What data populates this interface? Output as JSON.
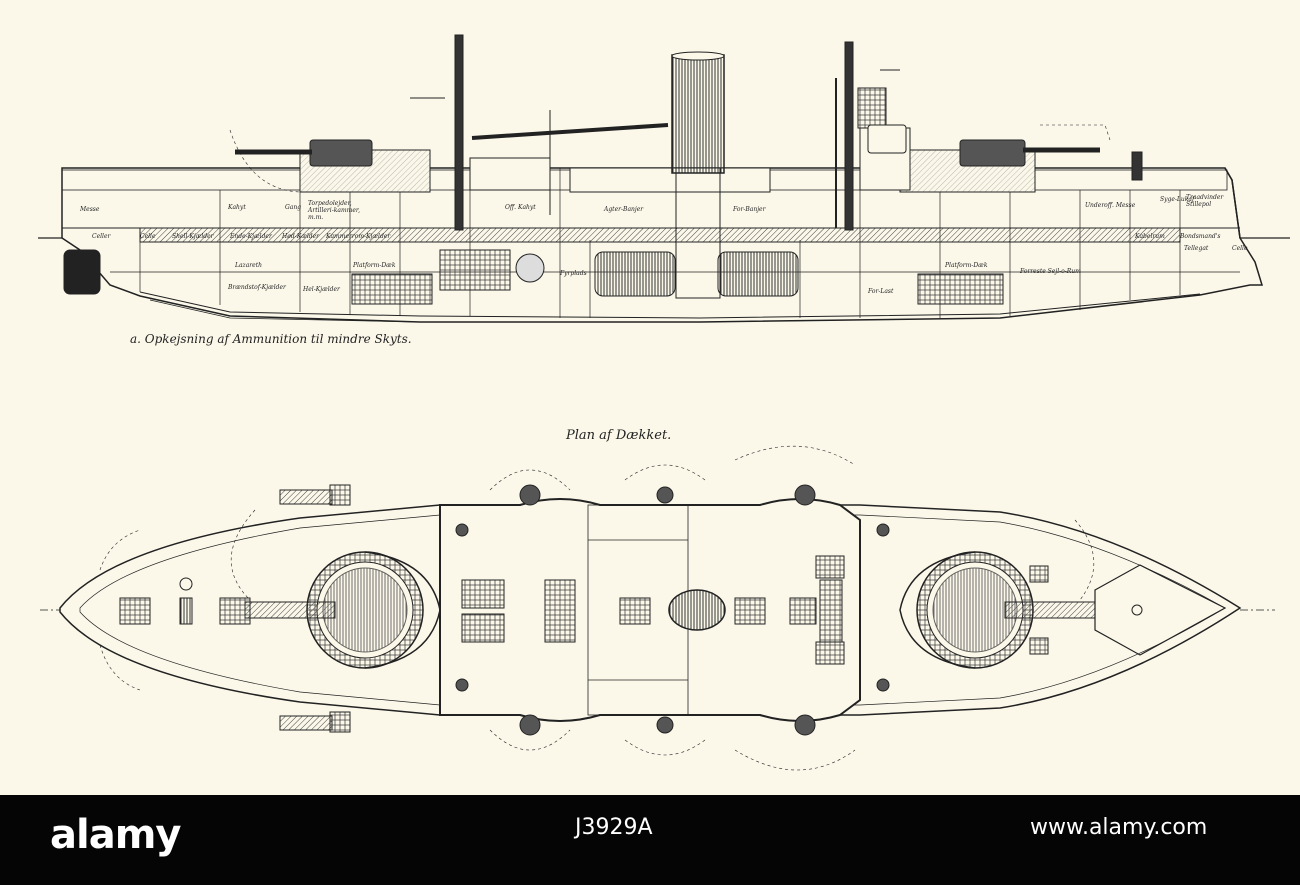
{
  "plate": {
    "caption_a": "a. Opkejsning af Ammunition til mindre Skyts.",
    "plan_title": "Plan af Dækket."
  },
  "section_labels": {
    "rooms": [
      "Messe",
      "Kahyt",
      "Gang",
      "Torpedolejder, Artilleri-kammer, m.m.",
      "Off. Kahyt",
      "Agter-Banjer",
      "For-Banjer",
      "Underoff. Messe",
      "Syge-Lukaf",
      "Traadvinder Stillepol",
      "Celler",
      "Celle",
      "Shell-Kjælder",
      "Ende-Kjælder",
      "Hød-Kælder",
      "Kammerrom-Kjælder",
      "Lazareth",
      "Platform-Dæk",
      "Brændstof-Kjælder",
      "Hel-Kjælder",
      "Fyrplads",
      "For-Last",
      "Platform-Dæk",
      "Forreste Sejl-o-Rum",
      "Kabelrum",
      "Bondsmand's",
      "Tellegat",
      "Celle"
    ]
  },
  "footer": {
    "logo": "alamy",
    "image_id": "J3929A",
    "site": "www.alamy.com"
  }
}
